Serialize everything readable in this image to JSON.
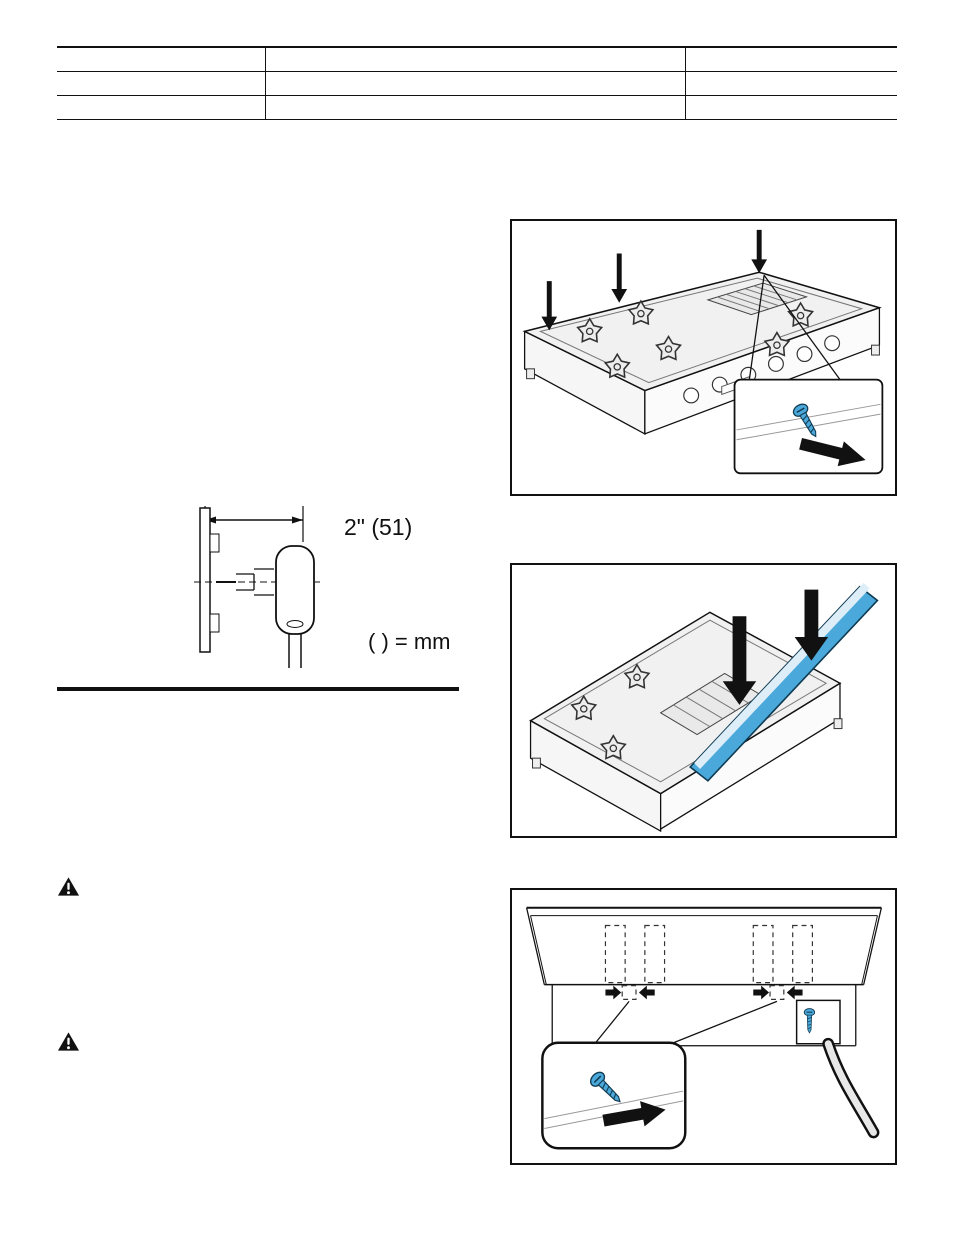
{
  "table": {
    "rows": 3,
    "columns": 3,
    "cells": [
      [
        "",
        "",
        ""
      ],
      [
        "",
        "",
        ""
      ],
      [
        "",
        "",
        ""
      ]
    ]
  },
  "gas_diagram": {
    "dimension_label": "2\" (51)",
    "unit_note": "( ) = mm"
  },
  "icons": {
    "warning_icon": "warning-triangle",
    "screw_icon": "mounting-screw",
    "down_arrow_icon": "down-arrow",
    "insert_arrow_icon": "thick-right-arrow",
    "burner_icon": "burner-cap-star"
  },
  "colors": {
    "line": "#111111",
    "accent_blue": "#4AA9DA",
    "panel_highlight": "#DDEEF9",
    "surface_gray": "#F1F1F1"
  },
  "figures": {
    "figure1": "cooktop-top-screw-locations",
    "figure2": "backguard-panel-installation",
    "figure3": "rear-panel-mounting-holes"
  }
}
